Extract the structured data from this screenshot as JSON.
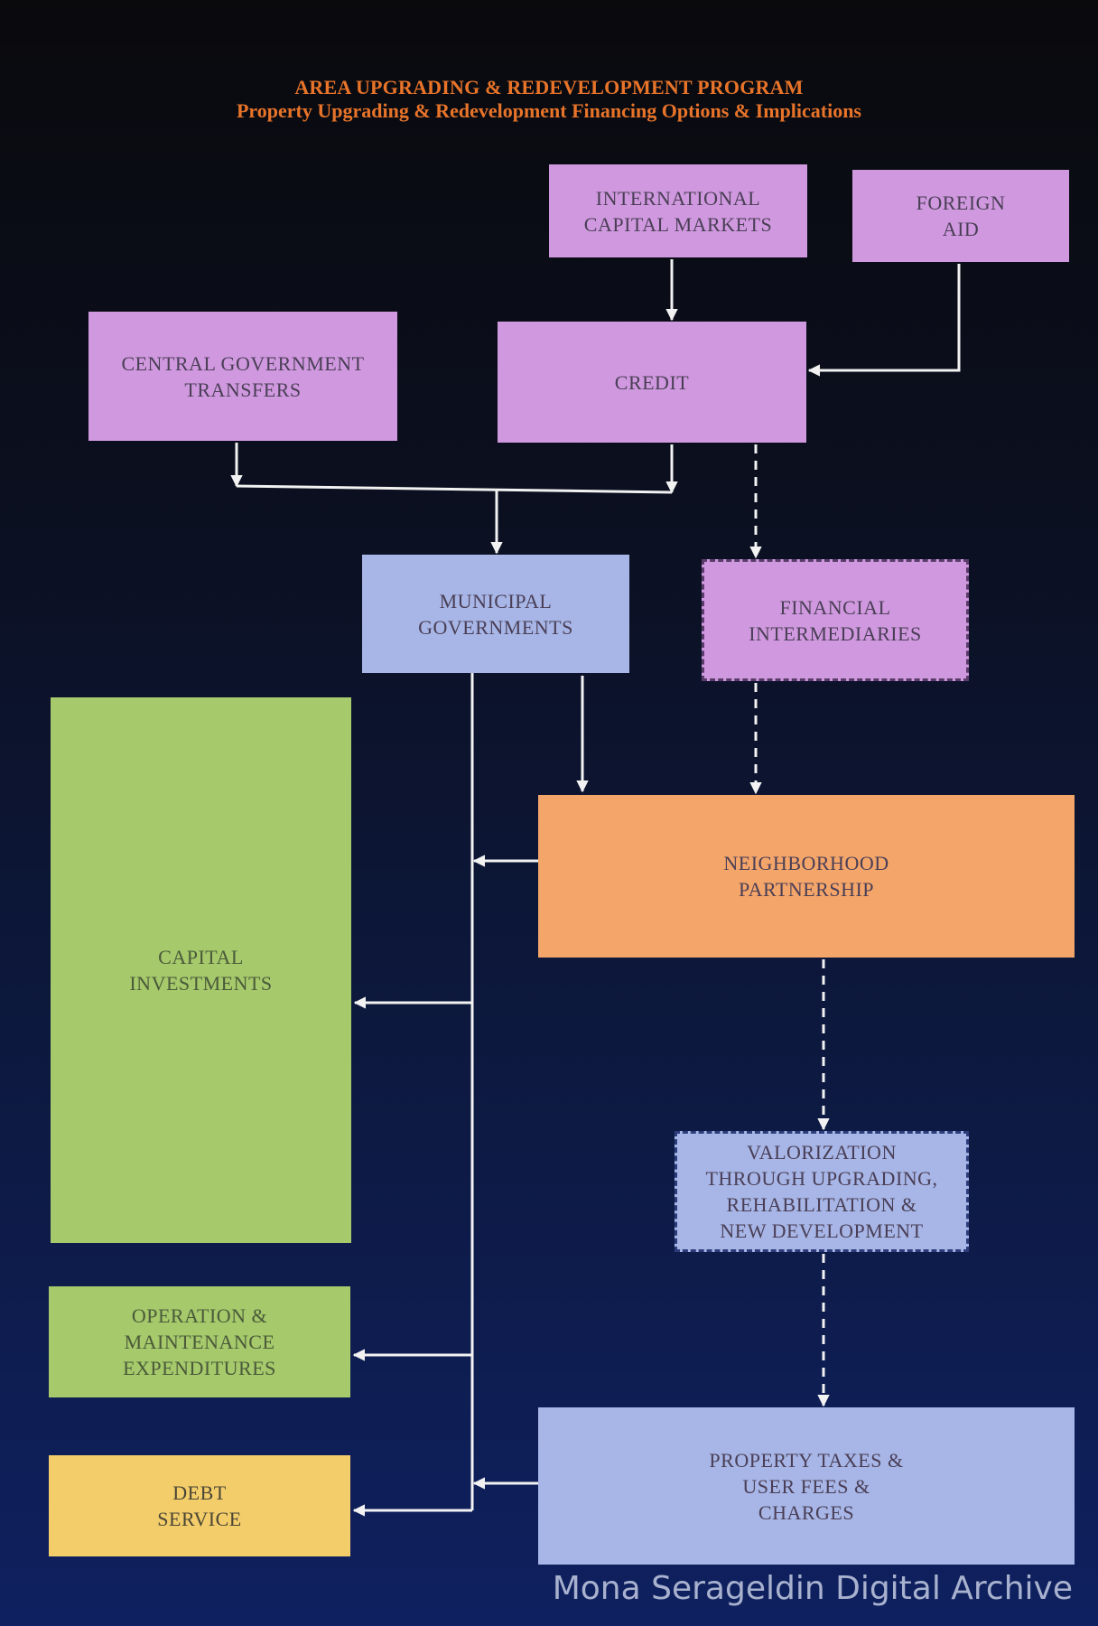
{
  "title": {
    "line1": "AREA UPGRADING & REDEVELOPMENT PROGRAM",
    "line2": "Property Upgrading & Redevelopment Financing Options & Implications"
  },
  "nodes": {
    "international_capital_markets": "INTERNATIONAL\nCAPITAL MARKETS",
    "foreign_aid": "FOREIGN\nAID",
    "central_government_transfers": "CENTRAL GOVERNMENT\nTRANSFERS",
    "credit": "CREDIT",
    "municipal_governments": "MUNICIPAL\nGOVERNMENTS",
    "financial_intermediaries": "FINANCIAL\nINTERMEDIARIES",
    "neighborhood_partnership": "NEIGHBORHOOD\nPARTNERSHIP",
    "capital_investments": "CAPITAL\nINVESTMENTS",
    "valorization": "VALORIZATION\nTHROUGH UPGRADING,\nREHABILITATION &\nNEW DEVELOPMENT",
    "operation_maintenance": "OPERATION &\nMAINTENANCE\nEXPENDITURES",
    "debt_service": "DEBT\nSERVICE",
    "property_taxes": "PROPERTY TAXES &\nUSER FEES &\nCHARGES"
  },
  "watermark": "Mona Serageldin Digital Archive",
  "colors": {
    "background_top": "#0a0a0d",
    "background_bottom": "#0f2060",
    "title": "#e8742a",
    "purple_box": "#d099df",
    "blue_box": "#a7b6e6",
    "orange_box": "#f4a66a",
    "green_box": "#a5c96b",
    "yellow_box": "#f2cd6a",
    "connector": "#f2f2f2"
  }
}
